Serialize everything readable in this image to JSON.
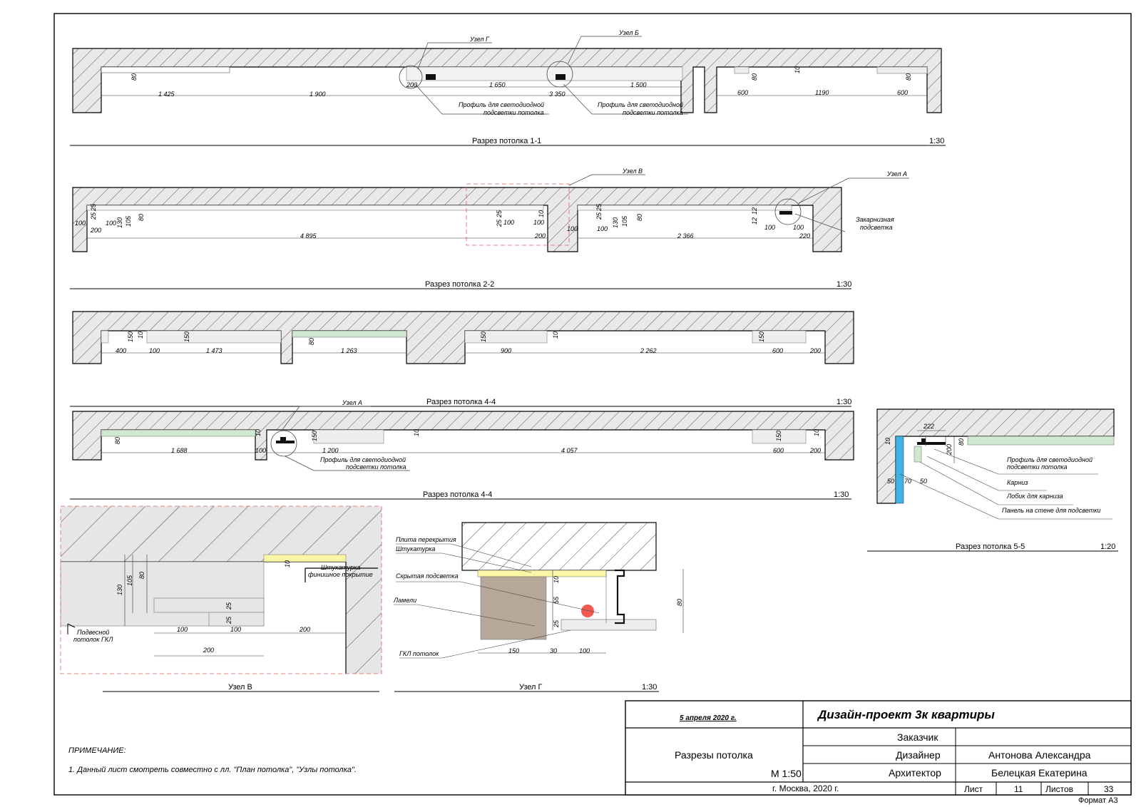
{
  "sections": {
    "s11": {
      "title": "Разрез потолка 1-1",
      "scale": "1:30",
      "node_g": "Узел Г",
      "node_b": "Узел Б",
      "profile_1": "Профиль для светодиодной",
      "profile_2": "подсветки потолка",
      "dims": [
        "80",
        "1 425",
        "1 900",
        "200",
        "1 650",
        "3 350",
        "1 500",
        "80",
        "10",
        "600",
        "1190",
        "600",
        "80"
      ]
    },
    "s22": {
      "title": "Разрез потолка 2-2",
      "scale": "1:30",
      "node_v": "Узел В",
      "node_a": "Узел А",
      "cornice_1": "Закарнизная",
      "cornice_2": "подсветка",
      "dims": [
        "100",
        "25",
        "25",
        "100",
        "130",
        "105",
        "80",
        "200",
        "4 895",
        "25",
        "25",
        "100",
        "10",
        "100",
        "200",
        "100",
        "25",
        "25",
        "100",
        "130",
        "105",
        "80",
        "2 366",
        "12",
        "12",
        "100",
        "100",
        "220"
      ]
    },
    "s33": {
      "dims": [
        "150",
        "10",
        "150",
        "400",
        "100",
        "1 473",
        "80",
        "1 263",
        "150",
        "10",
        "900",
        "2 262",
        "150",
        "600",
        "200"
      ]
    },
    "s44": {
      "title": "Разрез потолка 4-4",
      "title_top": "Разрез потолка 4-4",
      "scale": "1:30",
      "scale_top": "1:30",
      "node_a": "Узел А",
      "profile_1": "Профиль для светодиодной",
      "profile_2": "подсветки потолка",
      "dims": [
        "80",
        "10",
        "150",
        "10",
        "150",
        "10",
        "1 688",
        "100",
        "1 200",
        "4 057",
        "600",
        "200"
      ]
    },
    "s55": {
      "title": "Разрез потолка 5-5",
      "scale": "1:20",
      "dims": [
        "222",
        "10",
        "80",
        "200",
        "50",
        "70",
        "50"
      ],
      "labels": [
        "Профиль для светодиодной",
        "подсветки потолка",
        "Карниз",
        "Лобик для карниза",
        "Панель на стене для подсветки"
      ]
    },
    "nodeV": {
      "title": "Узел В",
      "dims": [
        "130",
        "105",
        "80",
        "25",
        "25",
        "10",
        "100",
        "100",
        "200",
        "200"
      ],
      "plaster_1": "Штукатурка",
      "plaster_2": "финишное покрытие",
      "ceiling_1": "Подвесной",
      "ceiling_2": "потолок ГКЛ"
    },
    "nodeG": {
      "title": "Узел Г",
      "scale": "1:30",
      "labels": [
        "Плита перекрытия",
        "Штукатурка",
        "Скрытая подсветка",
        "Ламели",
        "ГКЛ потолок"
      ],
      "dims": [
        "10",
        "55",
        "25",
        "80",
        "150",
        "30",
        "100"
      ]
    }
  },
  "note": {
    "heading": "ПРИМЕЧАНИЕ:",
    "text": "1. Данный лист смотреть совместно с лл. \"План потолка\", \"Узлы потолка\"."
  },
  "title_block": {
    "date": "5 апреля 2020 г.",
    "project": "Дизайн-проект 3к квартиры",
    "sheet_name": "Разрезы потолка",
    "scale": "М 1:50",
    "role_customer": "Заказчик",
    "role_designer": "Дизайнер",
    "role_architect": "Архитектор",
    "designer": "Антонова Александра",
    "architect": "Белецкая Екатерина",
    "city": "г. Москва, 2020 г.",
    "sheet_label": "Лист",
    "sheet_no": "11",
    "sheets_label": "Листов",
    "sheets_total": "33",
    "format": "Формат А3"
  },
  "colors": {
    "green": "#cfe8cf",
    "yellow": "#fbf6a6",
    "blue": "#3fb4e4",
    "brown": "#b5a898",
    "red": "#f05a50",
    "dashed_red": "#e06060",
    "grey": "#e6e6e6"
  }
}
